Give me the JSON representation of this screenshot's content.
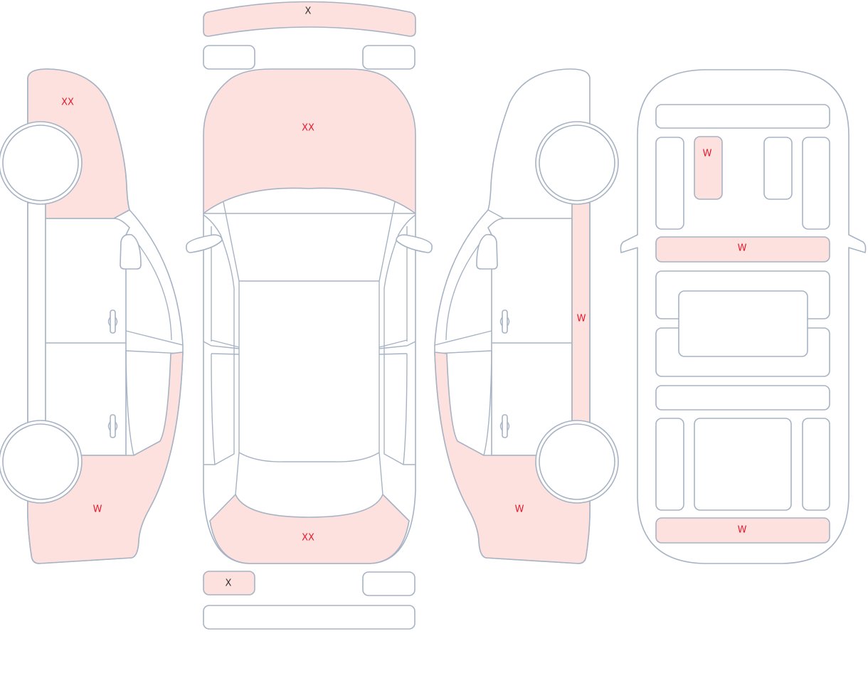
{
  "diagram": {
    "colors": {
      "damaged_fill": "#fde1de",
      "outline": "#a7b3c4",
      "label_red": "#e8192c",
      "label_dark": "#333333"
    },
    "markers": {
      "front_bumper_top": "X",
      "left_front_fender": "XX",
      "hood": "XX",
      "left_rear_quarter": "W",
      "trunk_lid": "XX",
      "rear_bumper_left": "X",
      "right_pillar": "W",
      "right_rear_quarter": "W",
      "interior_seat": "W",
      "interior_row_1": "W",
      "interior_row_rear": "W"
    }
  }
}
